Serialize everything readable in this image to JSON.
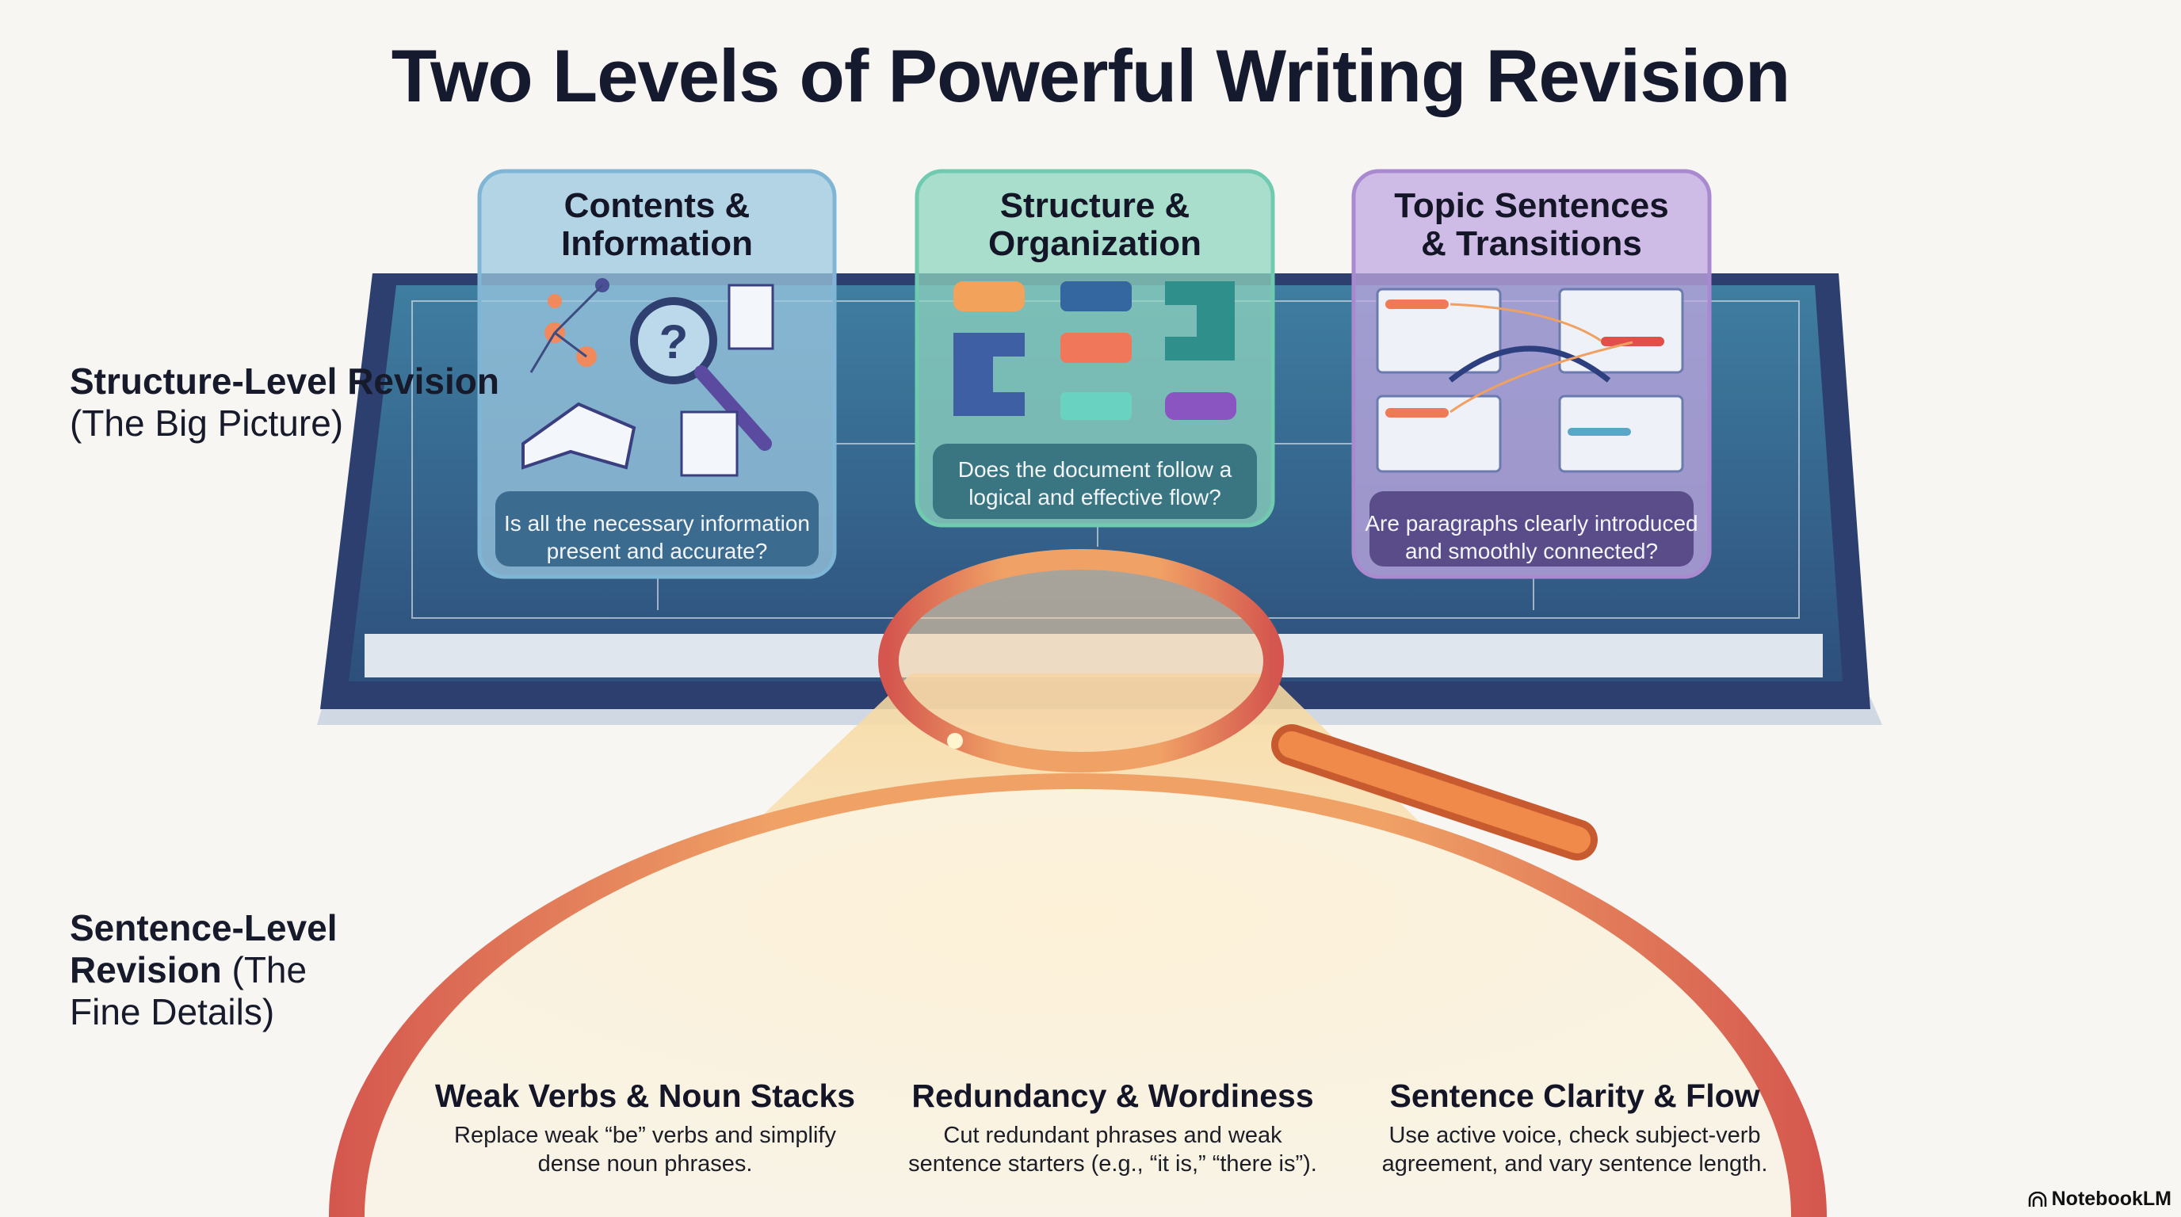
{
  "title": "Two Levels of Powerful Writing Revision",
  "levels": {
    "structure": {
      "bold": "Structure-Level Revision",
      "rest": "(The Big Picture)"
    },
    "sentence": {
      "bold1": "Sentence-Level",
      "bold2": "Revision",
      "rest1": " (The",
      "rest2": "Fine Details)"
    }
  },
  "structure_cards": [
    {
      "title1": "Contents &",
      "title2": "Information",
      "q1": "Is all the necessary information",
      "q2": "present and accurate?",
      "color": "#7fb6d6"
    },
    {
      "title1": "Structure &",
      "title2": "Organization",
      "q1": "Does the document follow a",
      "q2": "logical and effective flow?",
      "color": "#6fcab0"
    },
    {
      "title1": "Topic Sentences",
      "title2": "& Transitions",
      "q1": "Are paragraphs clearly introduced",
      "q2": "and smoothly connected?",
      "color": "#a98ad0"
    }
  ],
  "sentence_items": [
    {
      "heading": "Weak Verbs & Noun Stacks",
      "d1": "Replace weak “be” verbs and simplify",
      "d2": "dense noun phrases."
    },
    {
      "heading": "Redundancy & Wordiness",
      "d1": "Cut redundant phrases and weak",
      "d2": "sentence starters (e.g., “it is,” “there is”)."
    },
    {
      "heading": "Sentence Clarity & Flow",
      "d1": "Use active voice, check subject-verb",
      "d2": "agreement, and vary sentence length."
    }
  ],
  "brand": "NotebookLM"
}
